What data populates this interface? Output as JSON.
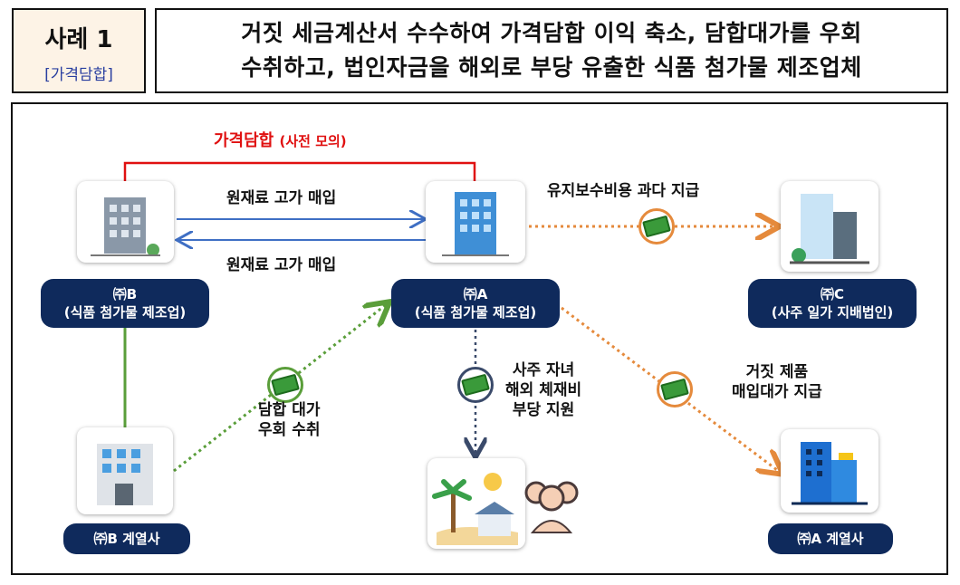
{
  "header": {
    "case_title": "사례 1",
    "case_category": "[가격담합]",
    "title_line1": "거짓 세금계산서 수수하여 가격담합 이익 축소, 담합대가를 우회",
    "title_line2": "수취하고, 법인자금을 해외로 부당 유출한 식품 첨가물 제조업체"
  },
  "diagram": {
    "collusion_label": "가격담합",
    "collusion_note": "(사전 모의)",
    "arrow_b_to_a": "원재료 고가 매입",
    "arrow_a_to_b": "원재료 고가 매입",
    "maintenance_label": "유지보수비용 과다 지급",
    "kickback_line1": "담합 대가",
    "kickback_line2": "우회 수취",
    "children_line1": "사주 자녀",
    "children_line2": "해외 체재비",
    "children_line3": "부당 지원",
    "fake_line1": "거짓 제품",
    "fake_line2": "매입대가 지급",
    "nodes": {
      "b_name": "㈜B",
      "b_desc": "(식품 첨가물 제조업)",
      "a_name": "㈜A",
      "a_desc": "(식품 첨가물 제조업)",
      "c_name": "㈜C",
      "c_desc": "(사주 일가 지배법인)",
      "b_affiliate": "㈜B 계열사",
      "a_affiliate": "㈜A 계열사"
    }
  },
  "colors": {
    "navy": "#0f2a5c",
    "red": "#e01010",
    "green": "#5a9e3a",
    "orange": "#e58a3c",
    "blue": "#3f6fc4"
  }
}
